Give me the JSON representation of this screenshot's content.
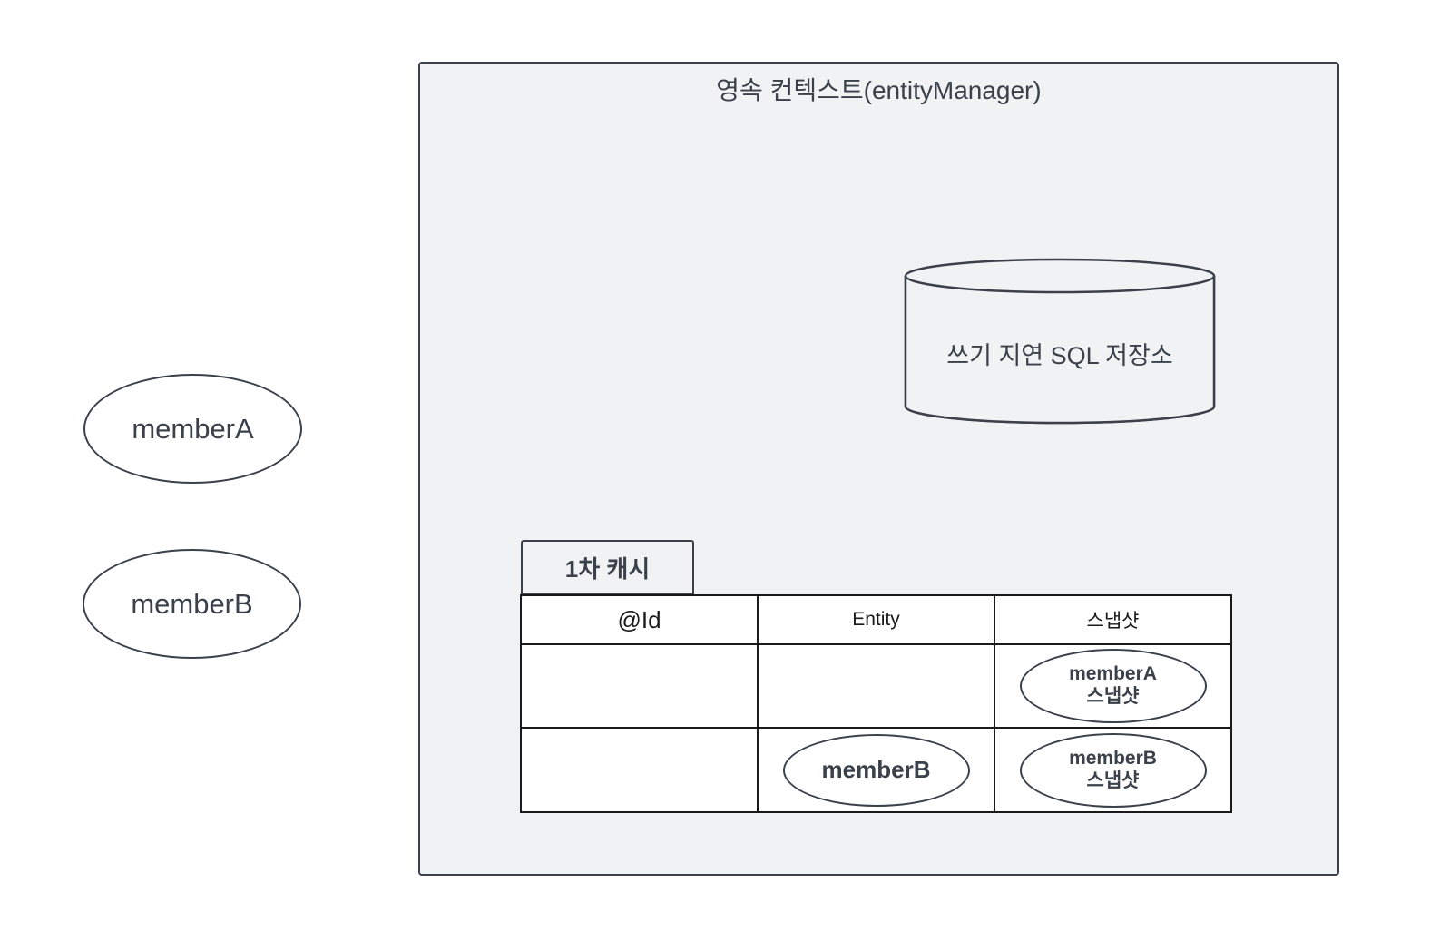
{
  "external_objects": [
    {
      "label": "memberA"
    },
    {
      "label": "memberB"
    }
  ],
  "persistence_context": {
    "title": "영속 컨텍스트(entityManager)",
    "sql_store": {
      "label": "쓰기 지연 SQL 저장소"
    },
    "first_level_cache": {
      "tab_label": "1차 캐시",
      "columns": [
        "@Id",
        "Entity",
        "스냅샷"
      ],
      "rows": [
        {
          "id": "",
          "entity": "",
          "snapshot": {
            "line1": "memberA",
            "line2": "스냅샷"
          }
        },
        {
          "id": "",
          "entity": "memberB",
          "snapshot": {
            "line1": "memberB",
            "line2": "스냅샷"
          }
        }
      ]
    }
  }
}
